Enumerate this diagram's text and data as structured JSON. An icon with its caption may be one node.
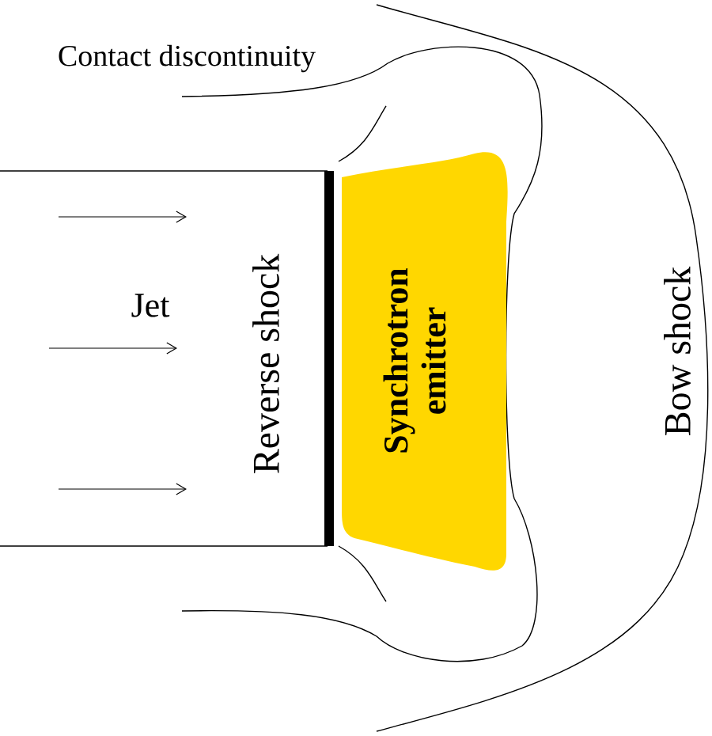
{
  "diagram": {
    "nodes": [
      {
        "text": [
          "Synchrotron emitter"
        ]
      }
    ],
    "labels": [
      "Contact discontinuity",
      "Jet",
      "Reverse shock",
      "Bow shock"
    ]
  }
}
